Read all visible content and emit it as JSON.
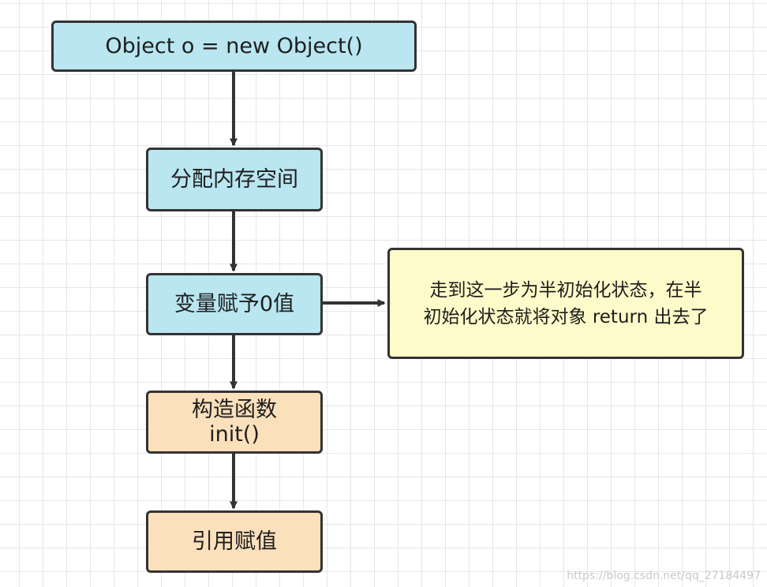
{
  "nodes": {
    "new_object": "Object o = new Object()",
    "allocate_memory": "分配内存空间",
    "zero_value": "变量赋予0值",
    "constructor_title": "构造函数",
    "constructor_call": "init()",
    "assign_reference": "引用赋值"
  },
  "note": {
    "line1": "走到这一步为半初始化状态，在半",
    "line2": "初始化状态就将对象 return 出去了"
  },
  "colors": {
    "blue_fill": "#b9e6f0",
    "orange_fill": "#fbe0bc",
    "note_fill": "#fdfbc9",
    "stroke": "#333333"
  },
  "watermark": "https://blog.csdn.net/qq_27184497"
}
